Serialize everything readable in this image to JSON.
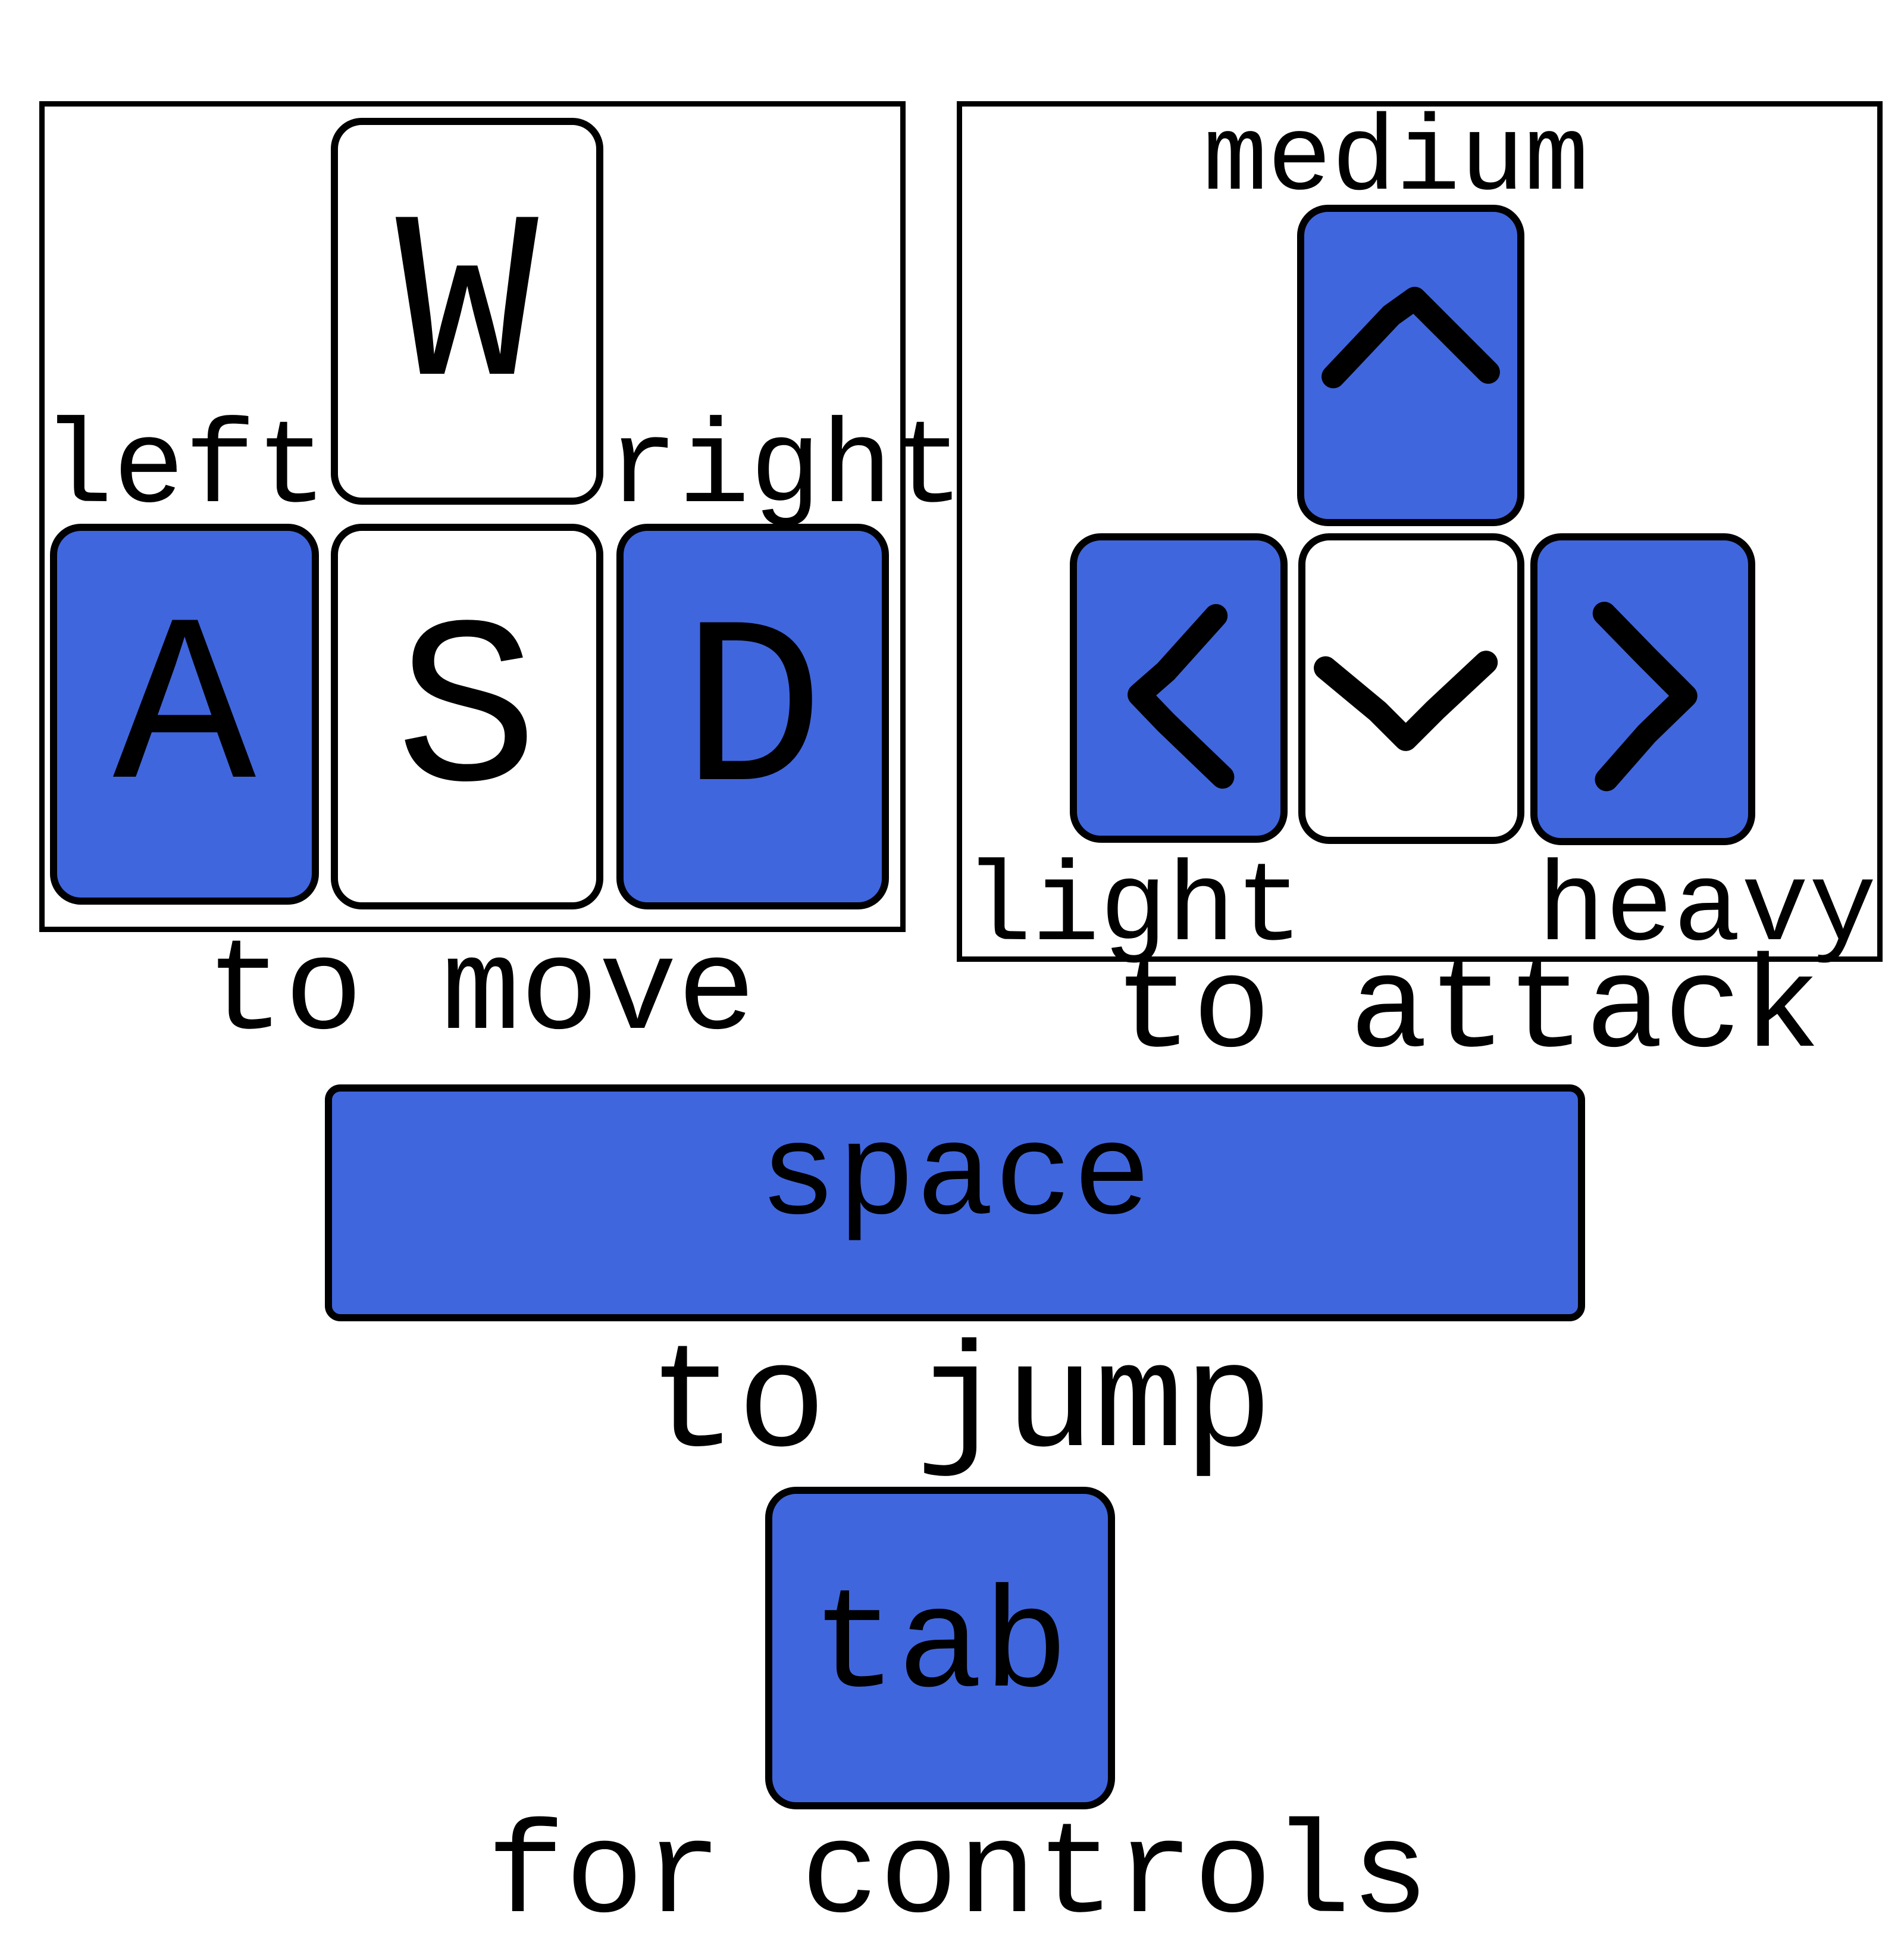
{
  "colors": {
    "accent": "#4066de",
    "key_white": "#ffffff",
    "outline": "#000000"
  },
  "move": {
    "key_w": "W",
    "key_a": "A",
    "key_s": "S",
    "key_d": "D",
    "left_label": "left",
    "right_label": "right",
    "caption": "to move"
  },
  "attack": {
    "up_icon": "chevron-up-icon",
    "left_icon": "chevron-left-icon",
    "down_icon": "chevron-down-icon",
    "right_icon": "chevron-right-icon",
    "medium_label": "medium",
    "light_label": "light",
    "heavy_label": "heavy",
    "caption": "to attack"
  },
  "jump": {
    "key": "space",
    "caption": "to jump"
  },
  "controls": {
    "key": "tab",
    "caption": "for controls"
  }
}
